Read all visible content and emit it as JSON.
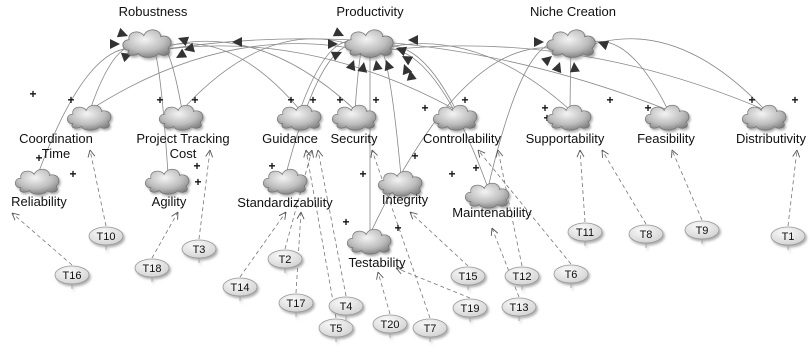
{
  "softgoals": [
    {
      "id": "robustness",
      "label": "Robustness"
    },
    {
      "id": "productivity",
      "label": "Productivity"
    },
    {
      "id": "niche",
      "label": "Niche Creation"
    },
    {
      "id": "coordination",
      "label": "Coordination\nTime"
    },
    {
      "id": "tracking",
      "label": "Project Tracking\nCost"
    },
    {
      "id": "guidance",
      "label": "Guidance"
    },
    {
      "id": "security",
      "label": "Security"
    },
    {
      "id": "controllability",
      "label": "Controllability"
    },
    {
      "id": "supportability",
      "label": "Supportability"
    },
    {
      "id": "feasibility",
      "label": "Feasibility"
    },
    {
      "id": "distributivity",
      "label": "Distributivity"
    },
    {
      "id": "reliability",
      "label": "Reliability"
    },
    {
      "id": "agility",
      "label": "Agility"
    },
    {
      "id": "standardizability",
      "label": "Standardizability"
    },
    {
      "id": "integrity",
      "label": "Integrity"
    },
    {
      "id": "maintenability",
      "label": "Maintenability"
    },
    {
      "id": "testability",
      "label": "Testability"
    }
  ],
  "tasks": [
    "T1",
    "T2",
    "T3",
    "T4",
    "T5",
    "T6",
    "T7",
    "T8",
    "T9",
    "T10",
    "T11",
    "T12",
    "T13",
    "T14",
    "T15",
    "T16",
    "T17",
    "T18",
    "T19",
    "T20"
  ],
  "contribution_sign": "+",
  "colors": {
    "cloud": "#c8c8c8",
    "cloud_dark": "#8a8a8a",
    "line": "#888888",
    "arrow": "#333333",
    "task_fill": "#e9e9e9"
  }
}
